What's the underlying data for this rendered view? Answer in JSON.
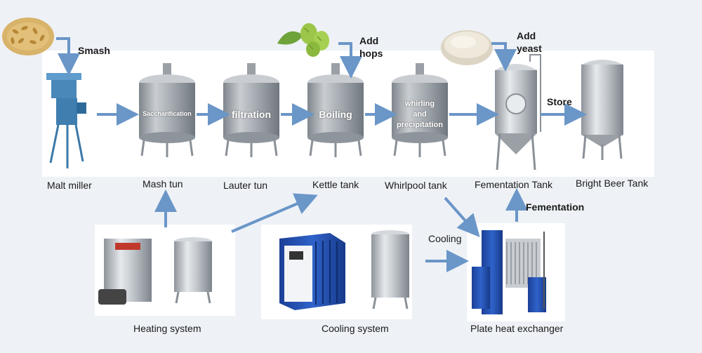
{
  "steps": {
    "smash": "Smash",
    "add_hops": "Add\nhops",
    "add_yeast": "Add\nyeast",
    "store": "Store",
    "fementation": "Fementation",
    "cooling": "Cooling"
  },
  "tank_text": {
    "saccharification": "Saccharification",
    "filtration": "filtration",
    "boiling": "Boiling",
    "whirling": "whirling\nand\nprecipitation"
  },
  "labels": {
    "malt_miller": "Malt miller",
    "mash_tun": "Mash tun",
    "lauter_tun": "Lauter tun",
    "kettle_tank": "Kettle tank",
    "whirlpool_tank": "Whirlpool tank",
    "fementation_tank": "Fementation Tank",
    "bright_beer_tank": "Bright Beer Tank",
    "heating_system": "Heating system",
    "cooling_system": "Cooling system",
    "plate_heat_exchanger": "Plate heat exchanger"
  },
  "colors": {
    "arrow": "#6a96c8",
    "steel": "#b7bcc2",
    "chiller": "#1d4fb4",
    "exchanger": "#2b59b8"
  }
}
